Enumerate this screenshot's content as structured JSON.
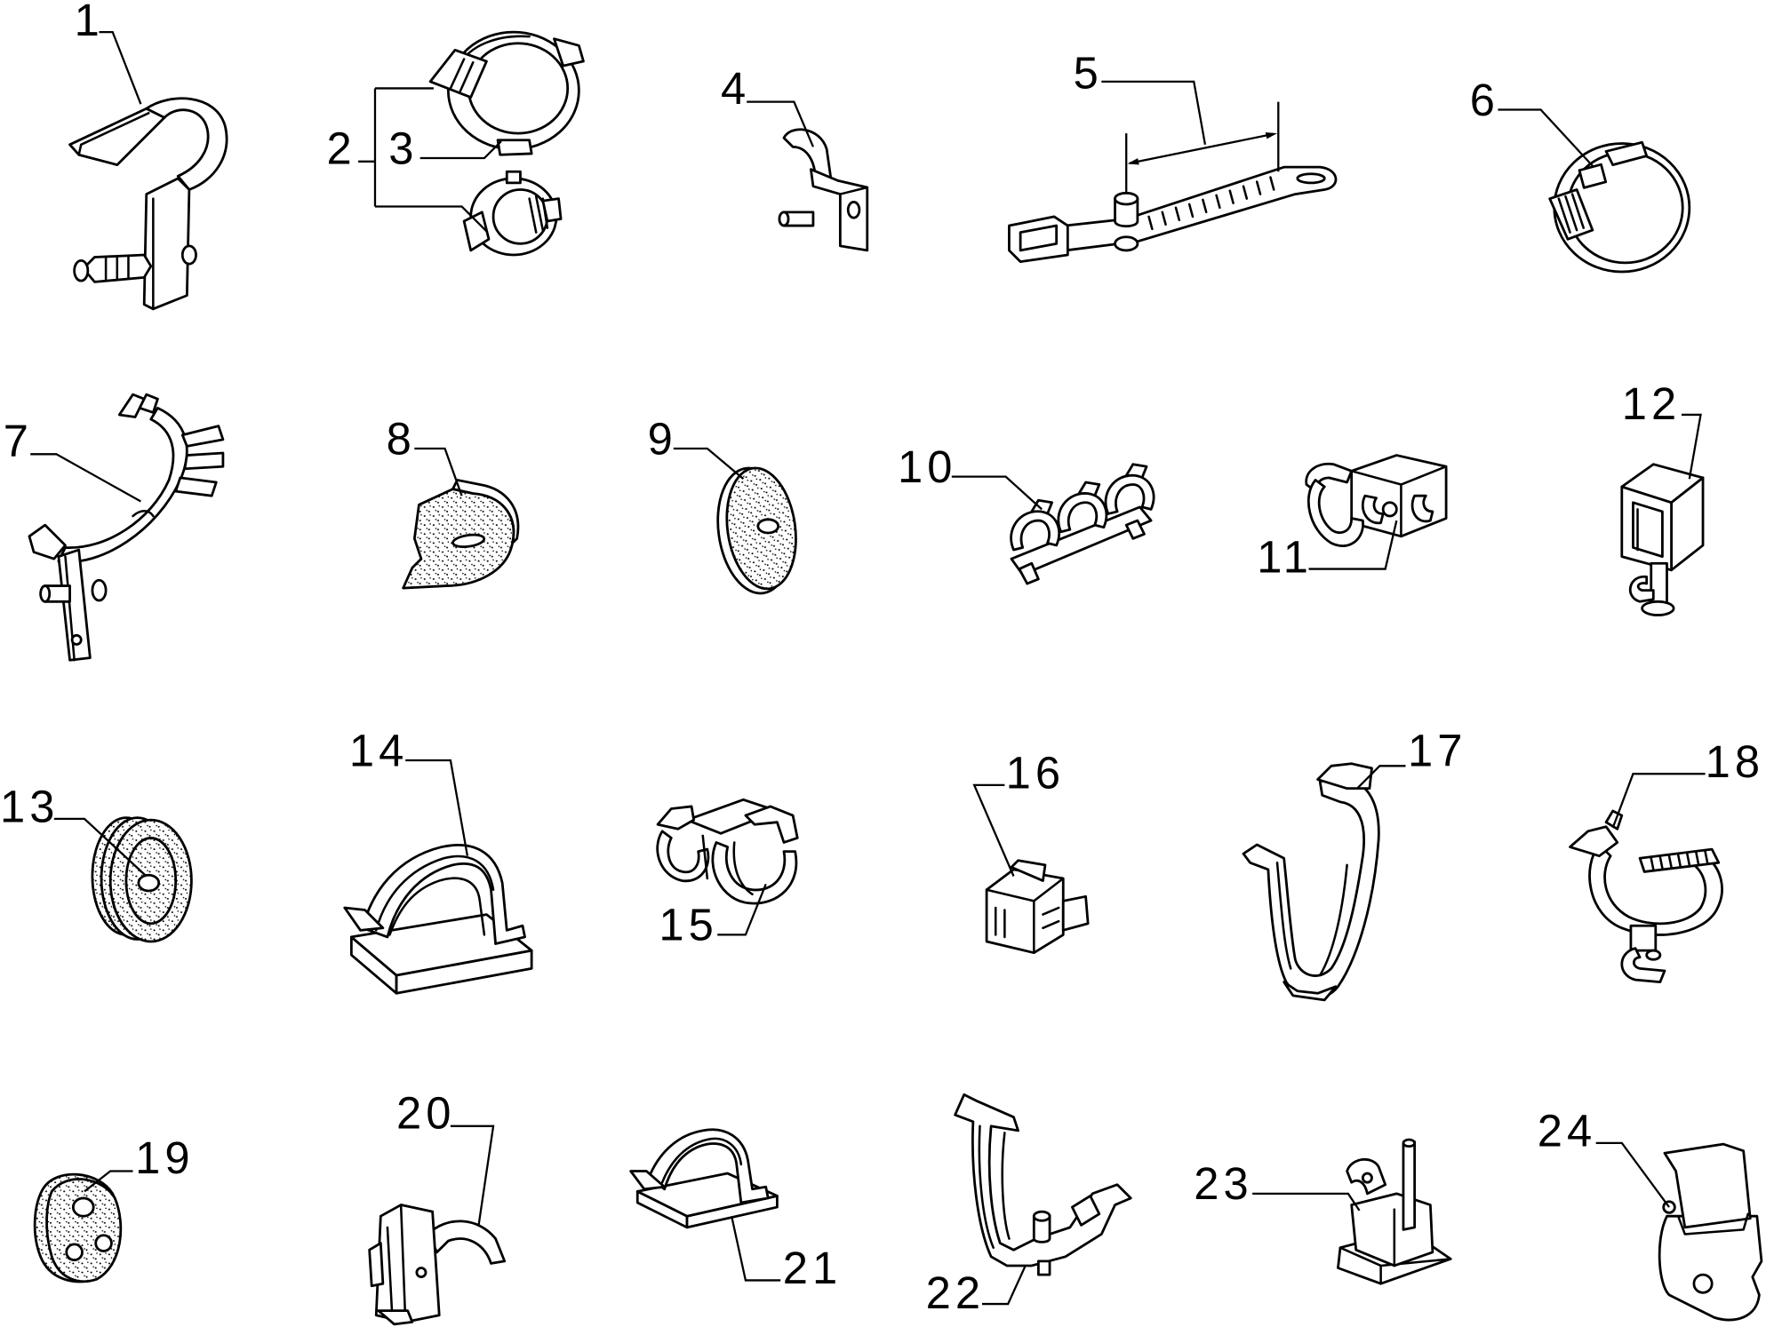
{
  "figure": {
    "background_color": "#ffffff",
    "line_color": "#000000"
  },
  "callouts": [
    {
      "label": "1"
    },
    {
      "label": "2"
    },
    {
      "label": "3"
    },
    {
      "label": "4"
    },
    {
      "label": "5"
    },
    {
      "label": "6"
    },
    {
      "label": "7"
    },
    {
      "label": "8"
    },
    {
      "label": "9"
    },
    {
      "label": "10"
    },
    {
      "label": "11"
    },
    {
      "label": "12"
    },
    {
      "label": "13"
    },
    {
      "label": "14"
    },
    {
      "label": "15"
    },
    {
      "label": "16"
    },
    {
      "label": "17"
    },
    {
      "label": "18"
    },
    {
      "label": "19"
    },
    {
      "label": "20"
    },
    {
      "label": "21"
    },
    {
      "label": "22"
    },
    {
      "label": "23"
    },
    {
      "label": "24"
    }
  ]
}
